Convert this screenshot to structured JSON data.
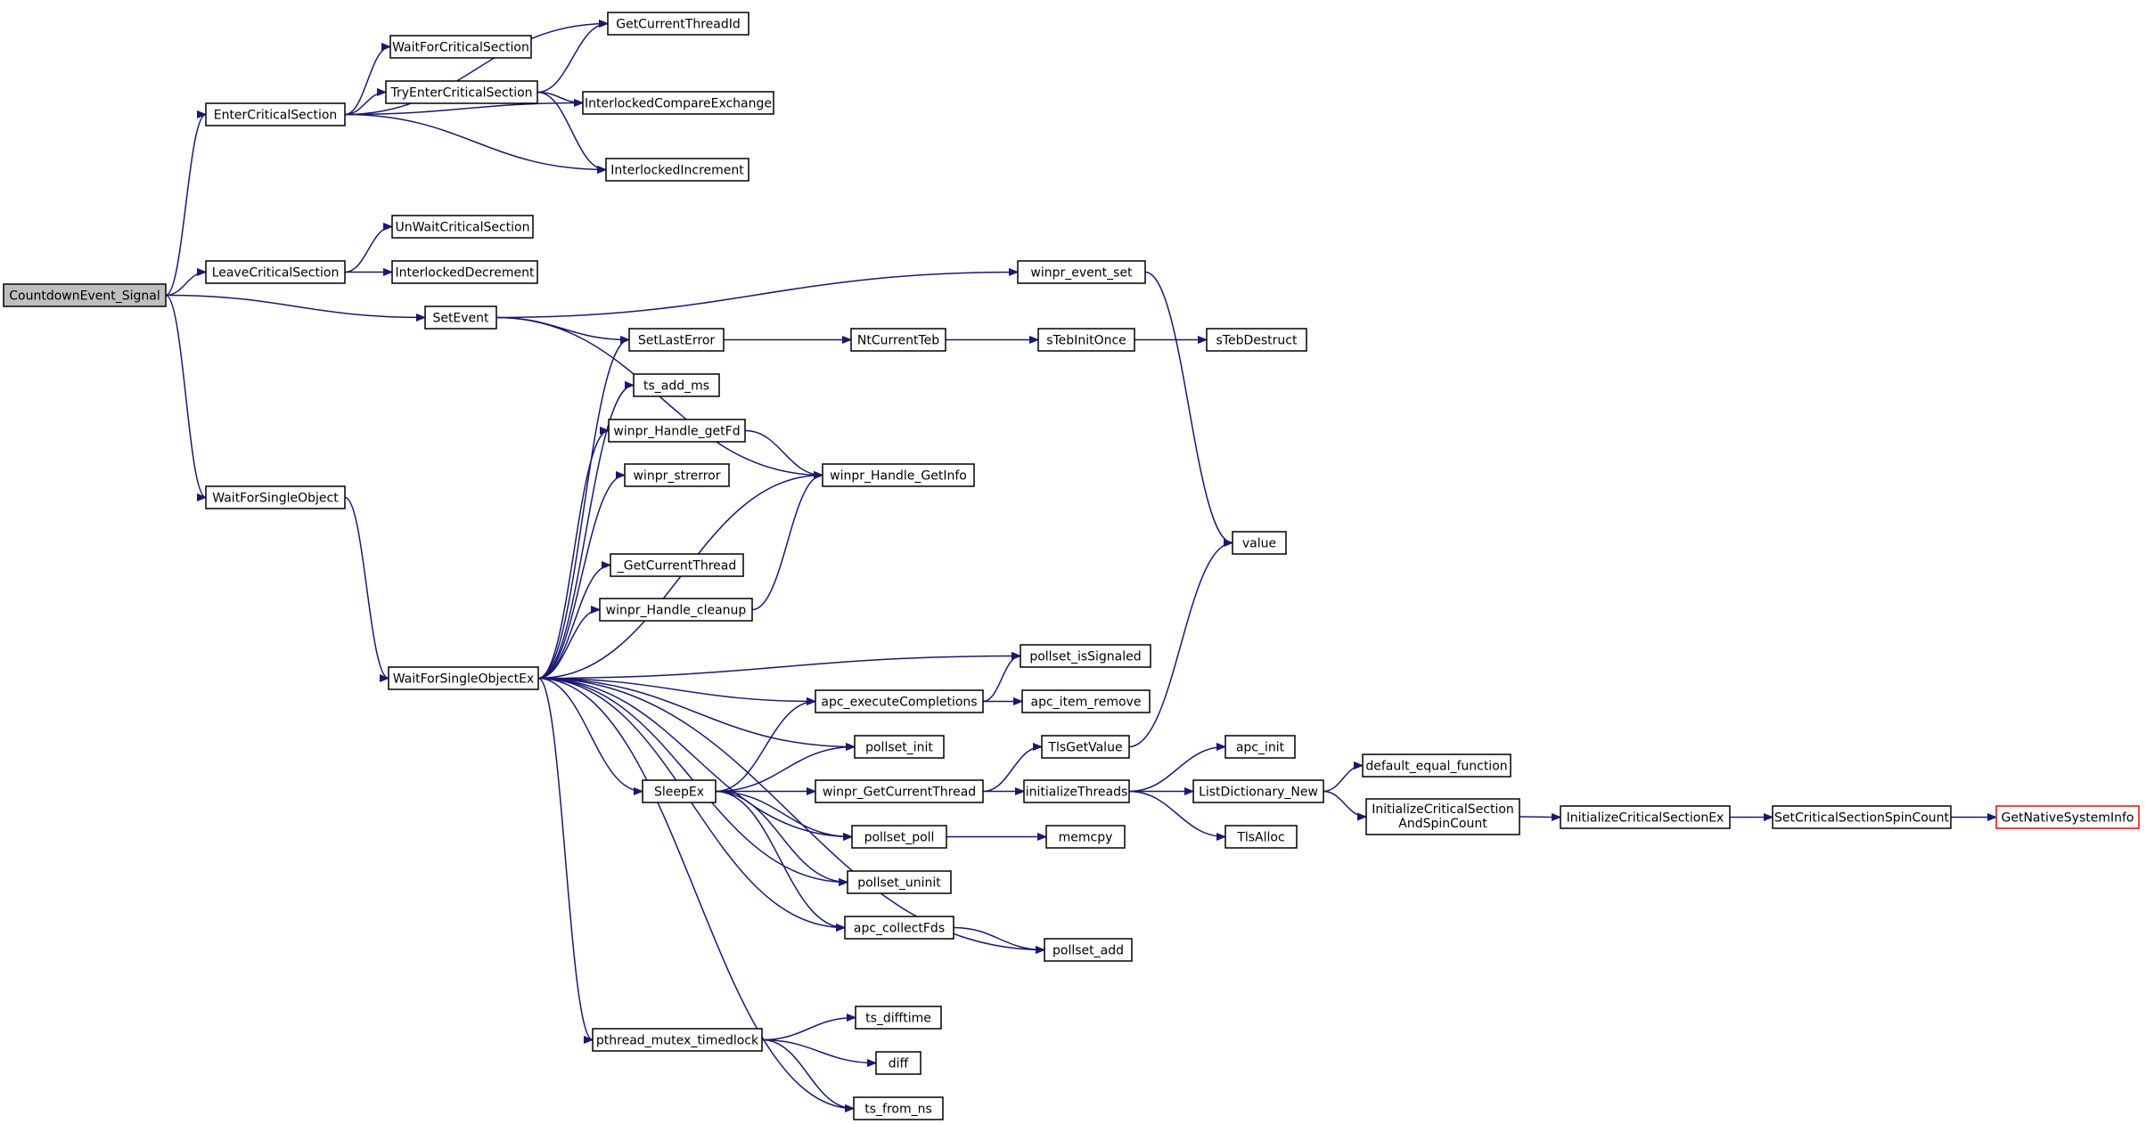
{
  "graph": {
    "nodes": [
      {
        "id": "countdown",
        "label": "CountdownEvent_Signal"
      },
      {
        "id": "enter",
        "label": "EnterCriticalSection"
      },
      {
        "id": "gcti",
        "label": "GetCurrentThreadId"
      },
      {
        "id": "wfcs",
        "label": "WaitForCriticalSection"
      },
      {
        "id": "tecs",
        "label": "TryEnterCriticalSection"
      },
      {
        "id": "ice",
        "label": "InterlockedCompareExchange"
      },
      {
        "id": "iinc",
        "label": "InterlockedIncrement"
      },
      {
        "id": "leave",
        "label": "LeaveCriticalSection"
      },
      {
        "id": "uwcs",
        "label": "UnWaitCriticalSection"
      },
      {
        "id": "idec",
        "label": "InterlockedDecrement"
      },
      {
        "id": "setevent",
        "label": "SetEvent"
      },
      {
        "id": "wes",
        "label": "winpr_event_set"
      },
      {
        "id": "sle",
        "label": "SetLastError"
      },
      {
        "id": "ntct",
        "label": "NtCurrentTeb"
      },
      {
        "id": "stio",
        "label": "sTebInitOnce"
      },
      {
        "id": "stbd",
        "label": "sTebDestruct"
      },
      {
        "id": "tsadd",
        "label": "ts_add_ms"
      },
      {
        "id": "hgfd",
        "label": "winpr_Handle_getFd"
      },
      {
        "id": "hgi",
        "label": "winpr_Handle_GetInfo"
      },
      {
        "id": "strerr",
        "label": "winpr_strerror"
      },
      {
        "id": "wfso",
        "label": "WaitForSingleObject"
      },
      {
        "id": "gct",
        "label": "_GetCurrentThread"
      },
      {
        "id": "value",
        "label": "value"
      },
      {
        "id": "hcl",
        "label": "winpr_Handle_cleanup"
      },
      {
        "id": "wfsoex",
        "label": "WaitForSingleObjectEx"
      },
      {
        "id": "psig",
        "label": "pollset_isSignaled"
      },
      {
        "id": "apcex",
        "label": "apc_executeCompletions"
      },
      {
        "id": "apcrm",
        "label": "apc_item_remove"
      },
      {
        "id": "psinit",
        "label": "pollset_init"
      },
      {
        "id": "tlsget",
        "label": "TlsGetValue"
      },
      {
        "id": "apcinit",
        "label": "apc_init"
      },
      {
        "id": "deq",
        "label": "default_equal_function"
      },
      {
        "id": "sleepex",
        "label": "SleepEx"
      },
      {
        "id": "wgct",
        "label": "winpr_GetCurrentThread"
      },
      {
        "id": "initth",
        "label": "initializeThreads"
      },
      {
        "id": "ldnew",
        "label": "ListDictionary_New"
      },
      {
        "id": "icsasc",
        "label": "InitializeCriticalSection\nAndSpinCount"
      },
      {
        "id": "icsex",
        "label": "InitializeCriticalSectionEx"
      },
      {
        "id": "scssc",
        "label": "SetCriticalSectionSpinCount"
      },
      {
        "id": "gnsi",
        "label": "GetNativeSystemInfo"
      },
      {
        "id": "pspoll",
        "label": "pollset_poll"
      },
      {
        "id": "memcpy",
        "label": "memcpy"
      },
      {
        "id": "tlsalloc",
        "label": "TlsAlloc"
      },
      {
        "id": "psuninit",
        "label": "pollset_uninit"
      },
      {
        "id": "apccfd",
        "label": "apc_collectFds"
      },
      {
        "id": "psadd",
        "label": "pollset_add"
      },
      {
        "id": "tsdiff",
        "label": "ts_difftime"
      },
      {
        "id": "ptml",
        "label": "pthread_mutex_timedlock"
      },
      {
        "id": "diff",
        "label": "diff"
      },
      {
        "id": "tsfns",
        "label": "ts_from_ns"
      }
    ],
    "edges": [
      [
        "countdown",
        "enter"
      ],
      [
        "countdown",
        "leave"
      ],
      [
        "countdown",
        "setevent"
      ],
      [
        "countdown",
        "wfso"
      ],
      [
        "enter",
        "gcti"
      ],
      [
        "enter",
        "wfcs"
      ],
      [
        "enter",
        "tecs"
      ],
      [
        "enter",
        "ice"
      ],
      [
        "enter",
        "iinc"
      ],
      [
        "tecs",
        "gcti"
      ],
      [
        "tecs",
        "ice"
      ],
      [
        "tecs",
        "iinc"
      ],
      [
        "leave",
        "uwcs"
      ],
      [
        "leave",
        "idec"
      ],
      [
        "setevent",
        "wes"
      ],
      [
        "setevent",
        "sle"
      ],
      [
        "setevent",
        "hgi"
      ],
      [
        "wes",
        "value"
      ],
      [
        "sle",
        "ntct"
      ],
      [
        "ntct",
        "stio"
      ],
      [
        "stio",
        "stbd"
      ],
      [
        "hgfd",
        "hgi"
      ],
      [
        "hcl",
        "hgi"
      ],
      [
        "wfso",
        "wfsoex"
      ],
      [
        "wfsoex",
        "sle"
      ],
      [
        "wfsoex",
        "tsadd"
      ],
      [
        "wfsoex",
        "hgfd"
      ],
      [
        "wfsoex",
        "strerr"
      ],
      [
        "wfsoex",
        "hgi"
      ],
      [
        "wfsoex",
        "gct"
      ],
      [
        "wfsoex",
        "hcl"
      ],
      [
        "wfsoex",
        "psig"
      ],
      [
        "wfsoex",
        "apcex"
      ],
      [
        "wfsoex",
        "psinit"
      ],
      [
        "wfsoex",
        "sleepex"
      ],
      [
        "wfsoex",
        "pspoll"
      ],
      [
        "wfsoex",
        "psuninit"
      ],
      [
        "wfsoex",
        "apccfd"
      ],
      [
        "wfsoex",
        "psadd"
      ],
      [
        "wfsoex",
        "ptml"
      ],
      [
        "wfsoex",
        "tsfns"
      ],
      [
        "apcex",
        "psig"
      ],
      [
        "apcex",
        "apcrm"
      ],
      [
        "sleepex",
        "apcex"
      ],
      [
        "sleepex",
        "psinit"
      ],
      [
        "sleepex",
        "wgct"
      ],
      [
        "sleepex",
        "pspoll"
      ],
      [
        "sleepex",
        "psuninit"
      ],
      [
        "sleepex",
        "apccfd"
      ],
      [
        "wgct",
        "tlsget"
      ],
      [
        "wgct",
        "initth"
      ],
      [
        "tlsget",
        "value"
      ],
      [
        "initth",
        "apcinit"
      ],
      [
        "initth",
        "ldnew"
      ],
      [
        "initth",
        "tlsalloc"
      ],
      [
        "ldnew",
        "deq"
      ],
      [
        "ldnew",
        "icsasc"
      ],
      [
        "icsasc",
        "icsex"
      ],
      [
        "icsex",
        "scssc"
      ],
      [
        "scssc",
        "gnsi"
      ],
      [
        "pspoll",
        "memcpy"
      ],
      [
        "apccfd",
        "psadd"
      ],
      [
        "ptml",
        "tsdiff"
      ],
      [
        "ptml",
        "diff"
      ],
      [
        "ptml",
        "tsfns"
      ]
    ]
  },
  "styles": {
    "edge_color": "#191970",
    "root_fill": "#bfbfbf",
    "truncated_node_border": "#ff0000"
  }
}
